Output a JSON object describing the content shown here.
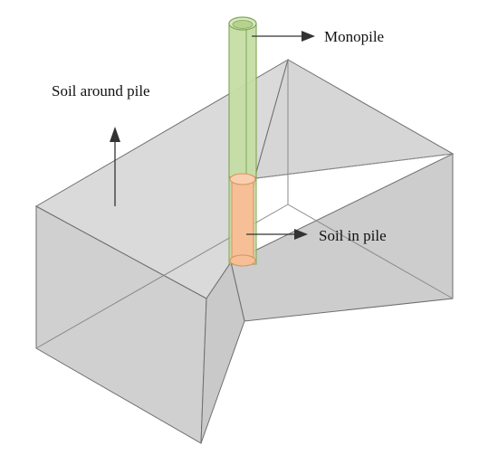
{
  "labels": {
    "monopile": "Monopile",
    "soil_around_pile": "Soil around pile",
    "soil_in_pile": "Soil in pile"
  },
  "colors": {
    "soil_block_fill": "#d4d4d4",
    "soil_block_edge": "#6e6e6e",
    "monopile_fill": "#c6dea6",
    "monopile_edge": "#7fa757",
    "soil_in_pile_fill": "#f6bf95",
    "soil_in_pile_edge": "#d9925e",
    "arrow": "#333333"
  }
}
